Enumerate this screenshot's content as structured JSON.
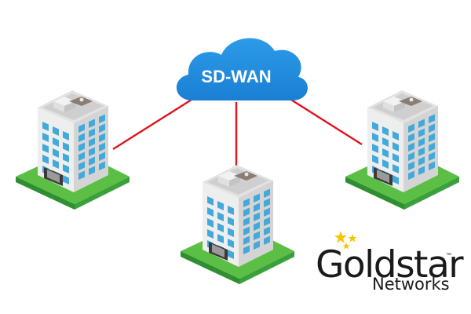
{
  "cloud": {
    "label": "SD-WAN",
    "color": "#1f8fe0"
  },
  "connections": {
    "color": "#e0141e"
  },
  "buildings": [
    {
      "name": "left-office"
    },
    {
      "name": "center-office"
    },
    {
      "name": "right-office"
    }
  ],
  "logo": {
    "brand": "Goldstar",
    "tm": "™",
    "sub": "Networks",
    "star_color": "#f5c400"
  },
  "colors": {
    "wall_left": "#eeeeee",
    "wall_right": "#d4d4d4",
    "roof": "#e2e2e2",
    "window": "#42a9da",
    "grass": "#5cbf45",
    "grass_side": "#2f8f30",
    "vent": "#8a7d73"
  }
}
